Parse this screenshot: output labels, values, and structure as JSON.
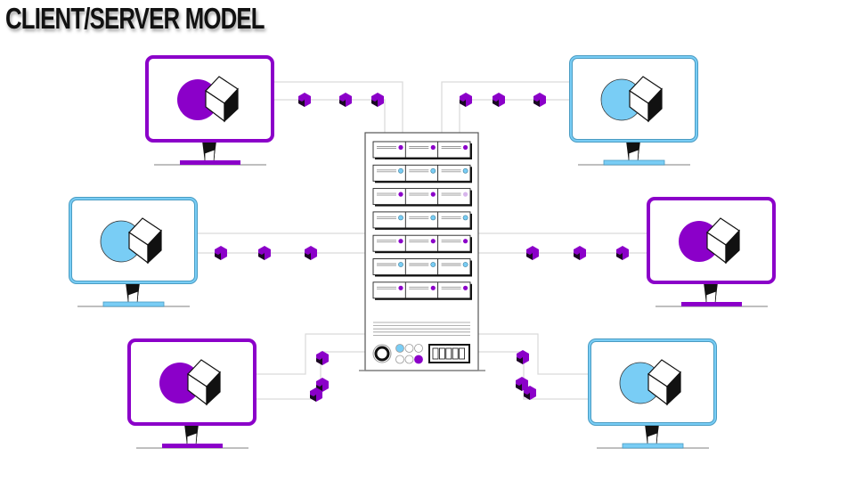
{
  "title": "CLIENT/SERVER MODEL",
  "colors": {
    "purple": "#8b00c9",
    "blue": "#79cdf5",
    "blue_frame": "#4a9cc3",
    "wire": "#d9d9d9",
    "ink": "#111111"
  },
  "server": {
    "label": "server-rack",
    "drive_rows": 7,
    "drive_leds": [
      [
        "purple",
        "purple",
        "purple"
      ],
      [
        "blue",
        "blue",
        "blue"
      ],
      [
        "purple",
        "purple",
        "lavender"
      ],
      [
        "blue",
        "blue",
        "blue"
      ],
      [
        "purple",
        "purple",
        "purple"
      ],
      [
        "blue",
        "blue",
        "blue"
      ],
      [
        "purple",
        "purple",
        "purple"
      ]
    ],
    "status_lights": [
      "blue",
      "empty",
      "empty",
      "empty",
      "empty",
      "purple"
    ],
    "display_segments": 5
  },
  "clients": [
    {
      "id": "client-top-left",
      "theme": "purple"
    },
    {
      "id": "client-middle-left",
      "theme": "blue"
    },
    {
      "id": "client-bottom-left",
      "theme": "purple"
    },
    {
      "id": "client-top-right",
      "theme": "blue"
    },
    {
      "id": "client-middle-right",
      "theme": "purple"
    },
    {
      "id": "client-bottom-right",
      "theme": "blue"
    }
  ],
  "packets_per_link": 3
}
